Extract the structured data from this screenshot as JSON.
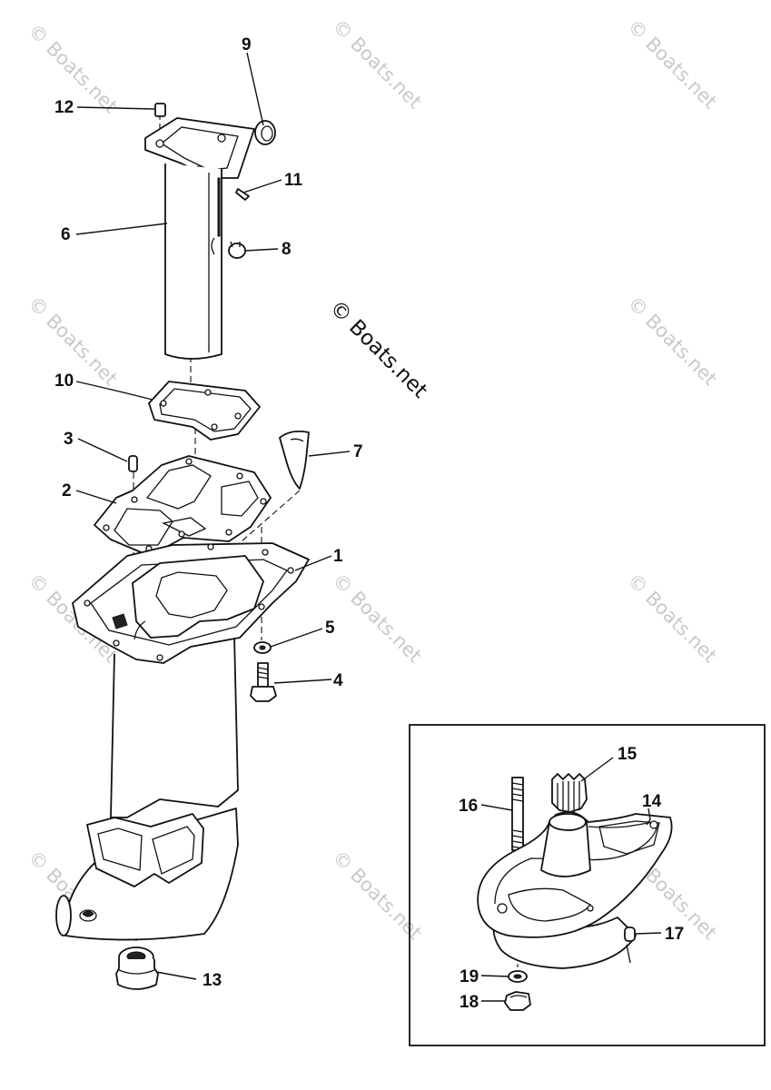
{
  "watermark": "© Boats.net",
  "callouts": {
    "p1": "1",
    "p2": "2",
    "p3": "3",
    "p4": "4",
    "p5": "5",
    "p6": "6",
    "p7": "7",
    "p8": "8",
    "p9": "9",
    "p10": "10",
    "p11": "11",
    "p12": "12",
    "p13": "13",
    "p14": "14",
    "p15": "15",
    "p16": "16",
    "p17": "17",
    "p18": "18",
    "p19": "19"
  }
}
